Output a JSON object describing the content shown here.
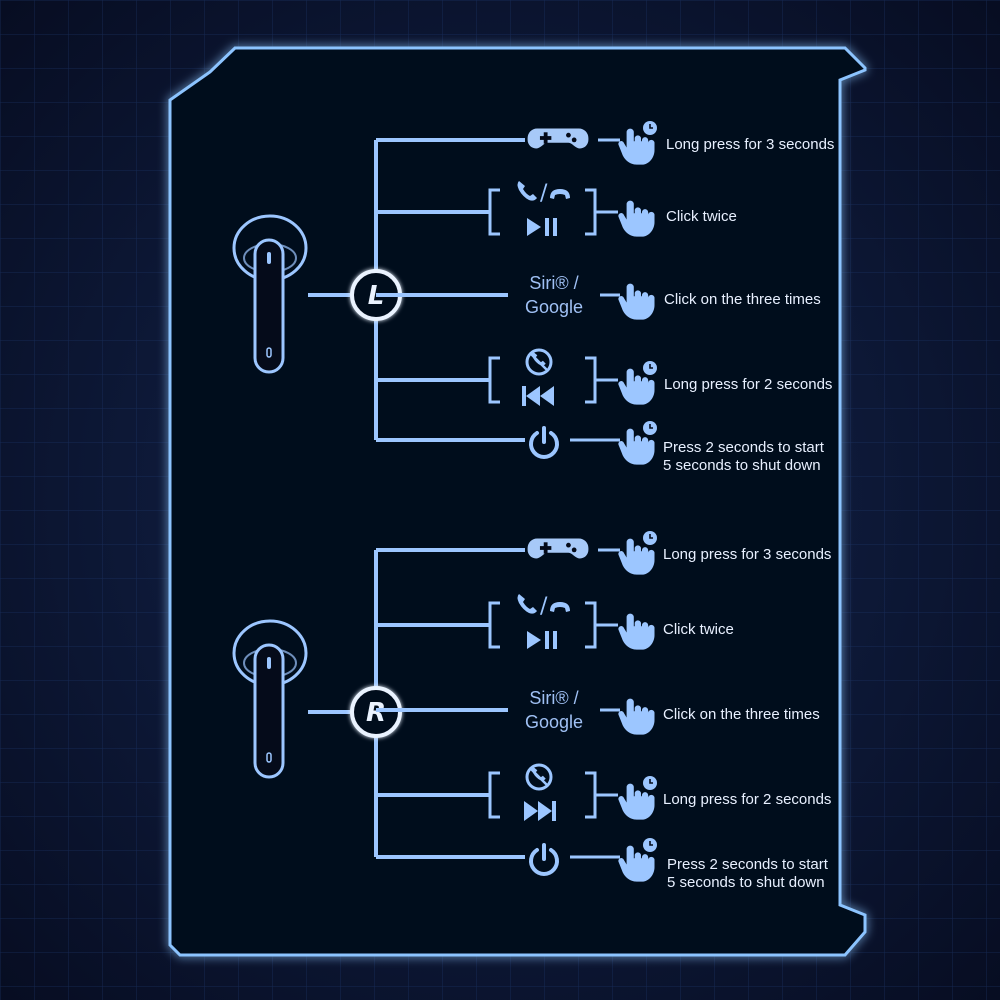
{
  "colors": {
    "background": "#0b1430",
    "panel": "#050b1a",
    "glow": "#8cc4ff",
    "line": "#9cc6ff",
    "text": "#e8f0ff"
  },
  "left_earbud": {
    "badge": "L",
    "rows": [
      {
        "icon": "gamepad-icon",
        "label": "Long press for 3 seconds"
      },
      {
        "icon": "call-play-pause-icon",
        "label": "Click twice"
      },
      {
        "icon": "siri-google",
        "siri": "Siri® /",
        "google": "Google",
        "label": "Click on the three times"
      },
      {
        "icon": "reject-call-previous-icon",
        "label": "Long press for 2 seconds"
      },
      {
        "icon": "power-icon",
        "label": "Press 2 seconds to start",
        "label2": "5 seconds to shut down"
      }
    ]
  },
  "right_earbud": {
    "badge": "R",
    "rows": [
      {
        "icon": "gamepad-icon",
        "label": "Long press for 3 seconds"
      },
      {
        "icon": "call-play-pause-icon",
        "label": "Click twice"
      },
      {
        "icon": "siri-google",
        "siri": "Siri® /",
        "google": "Google",
        "label": "Click on the three times"
      },
      {
        "icon": "reject-call-next-icon",
        "label": "Long press for 2 seconds"
      },
      {
        "icon": "power-icon",
        "label": "Press 2 seconds to start",
        "label2": "5 seconds to shut down"
      }
    ]
  }
}
